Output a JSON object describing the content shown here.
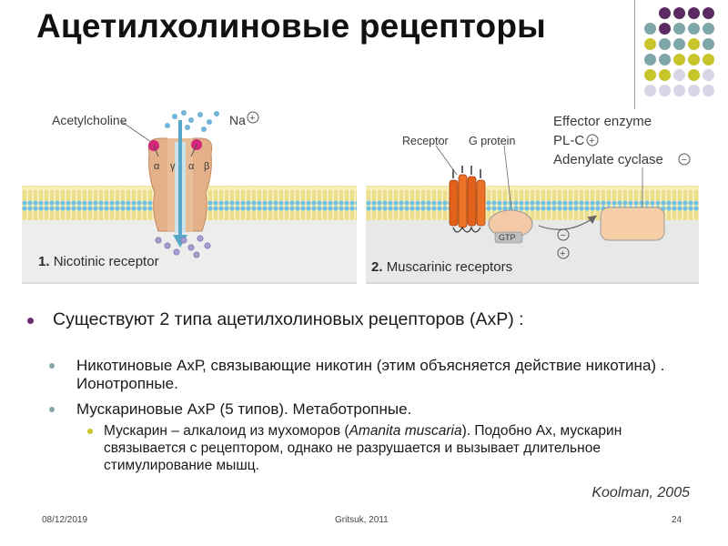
{
  "title": "Ацетилхолиновые рецепторы",
  "decor": {
    "dot_colors": [
      "#5b2a63",
      "#7fa6a9",
      "#c8c52c",
      "#d8d6e6"
    ]
  },
  "figure": {
    "nicotinic": {
      "ligand_label": "Acetylcholine",
      "ion_label": "Na",
      "subunits": [
        "α",
        "γ",
        "α",
        "β"
      ],
      "panel_number": "1.",
      "panel_label": "Nicotinic receptor"
    },
    "muscarinic": {
      "receptor_label": "Receptor",
      "gprotein_label": "G protein",
      "effector_title": "Effector enzyme",
      "effector_plc": "PL-C",
      "effector_ac": "Adenylate cyclase",
      "gtp_label": "GTP",
      "panel_number": "2.",
      "panel_label": "Muscarinic receptors"
    },
    "colors": {
      "membrane": "#f1e28a",
      "lipid_head": "#6fc0e3",
      "cytoplasm": "#e9ebea",
      "channel": "#e4b08a",
      "receptor": "#e2621b",
      "gprotein": "#f3c9a7",
      "ligand": "#d3267a",
      "ion": "#6fb3d9",
      "arrow": "#59a7c9"
    }
  },
  "bullets": {
    "main": "Существуют 2 типа ацетилхолиновых рецепторов (АхР) :",
    "sub1": "Никотиновые АхР, связывающие никотин (этим объясняется действие никотина) . Ионотропные.",
    "sub2": "Мускариновые АхР (5 типов). Метаботропные.",
    "sub3_a": "Мускарин – алкалоид из мухоморов (",
    "sub3_i": "Amanita muscaria",
    "sub3_b": "). Подобно Ах, мускарин связывается с рецептором, однако не разрушается и вызывает длительное стимулирование мышц."
  },
  "citation": "Koolman, 2005",
  "footer": {
    "date": "08/12/2019",
    "author": "Gritsuk, 2011",
    "page": "24"
  }
}
